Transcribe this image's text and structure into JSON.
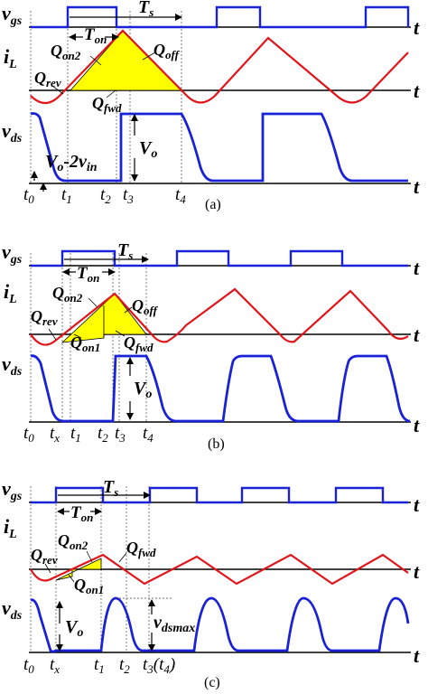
{
  "panels": [
    {
      "caption": "(a)",
      "labels": {
        "vgs": "v",
        "vgs_sub": "gs",
        "il": "i",
        "il_sub": "L",
        "vds": "v",
        "vds_sub": "ds",
        "time": "t",
        "ts": "T",
        "ts_sub": "s",
        "ton": "T",
        "ton_sub": "on",
        "qon2": "Q",
        "qon2_sub": "on2",
        "qoff": "Q",
        "qoff_sub": "off",
        "qrev": "Q",
        "qrev_sub": "rev",
        "qfwd": "Q",
        "qfwd_sub": "fwd",
        "vo": "V",
        "vo_sub": "o",
        "vomin_a": "V",
        "vomin_b": "o",
        "vomin_c": "-2v",
        "vomin_d": "in"
      },
      "ticks": [
        {
          "t": "t",
          "s": "0"
        },
        {
          "t": "t",
          "s": "1"
        },
        {
          "t": "t",
          "s": "2"
        },
        {
          "t": "t",
          "s": "3"
        },
        {
          "t": "t",
          "s": "4"
        }
      ]
    },
    {
      "caption": "(b)",
      "labels": {
        "vgs": "v",
        "vgs_sub": "gs",
        "il": "i",
        "il_sub": "L",
        "vds": "v",
        "vds_sub": "ds",
        "time": "t",
        "ts": "T",
        "ts_sub": "s",
        "ton": "T",
        "ton_sub": "on",
        "qon2": "Q",
        "qon2_sub": "on2",
        "qoff": "Q",
        "qoff_sub": "off",
        "qrev": "Q",
        "qrev_sub": "rev",
        "qon1": "Q",
        "qon1_sub": "on1",
        "qfwd": "Q",
        "qfwd_sub": "fwd",
        "vo": "V",
        "vo_sub": "o"
      },
      "ticks": [
        {
          "t": "t",
          "s": "0"
        },
        {
          "t": "t",
          "s": "x"
        },
        {
          "t": "t",
          "s": "1"
        },
        {
          "t": "t",
          "s": "2"
        },
        {
          "t": "t",
          "s": "3"
        },
        {
          "t": "t",
          "s": "4"
        }
      ]
    },
    {
      "caption": "(c)",
      "labels": {
        "vgs": "v",
        "vgs_sub": "gs",
        "il": "i",
        "il_sub": "L",
        "vds": "v",
        "vds_sub": "ds",
        "time": "t",
        "ts": "T",
        "ts_sub": "s",
        "ton": "T",
        "ton_sub": "on",
        "qrev": "Q",
        "qrev_sub": "rev",
        "qon2": "Q",
        "qon2_sub": "on2",
        "qfwd": "Q",
        "qfwd_sub": "fwd",
        "qon1": "Q",
        "qon1_sub": "on1",
        "vo": "V",
        "vo_sub": "o",
        "vdsmax": "v",
        "vdsmax_sub": "dsmax"
      },
      "ticks": [
        {
          "t": "t",
          "s": "0"
        },
        {
          "t": "t",
          "s": "x"
        },
        {
          "t": "t",
          "s": "1"
        },
        {
          "t": "t",
          "s": "2"
        },
        {
          "t": "t",
          "s": "3",
          "suffix_a": "(",
          "suffix_t": "t",
          "suffix_s": "4",
          "suffix_b": ")"
        }
      ]
    }
  ],
  "colors": {
    "gate": "#1a22d8",
    "inductor_current": "#e0151b",
    "drain_voltage": "#1a22d8",
    "charge_fill": "#ffff00"
  }
}
